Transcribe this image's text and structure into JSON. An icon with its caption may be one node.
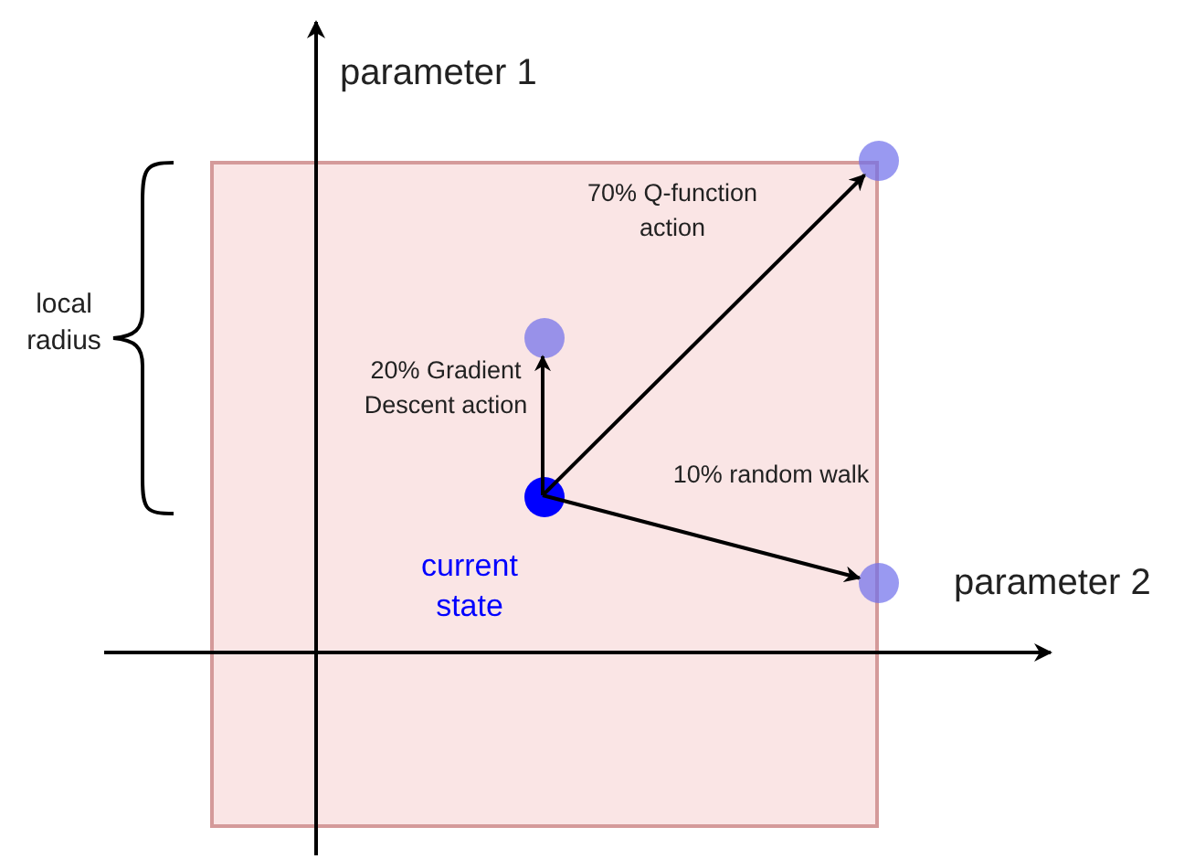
{
  "diagram": {
    "nodes": [
      {
        "text": [],
        "shape": "box"
      },
      {
        "text": [],
        "shape": "circle"
      },
      {
        "text": [],
        "shape": "circle",
        "in": 0
      },
      {
        "text": [],
        "shape": "circle",
        "in": 0,
        "beside": [
          "current state"
        ]
      },
      {
        "text": [],
        "shape": "circle"
      }
    ],
    "edges": [
      {
        "from": 3,
        "to": 1,
        "arrow": "to",
        "label": "70% Q-function action"
      },
      {
        "from": 3,
        "to": 2,
        "arrow": "to",
        "label": "20% Gradient Descent action"
      },
      {
        "from": 3,
        "to": 4,
        "arrow": "to",
        "label": "10% random walk"
      }
    ],
    "labels": [
      "parameter 1",
      "local radius",
      "parameter 2"
    ]
  }
}
